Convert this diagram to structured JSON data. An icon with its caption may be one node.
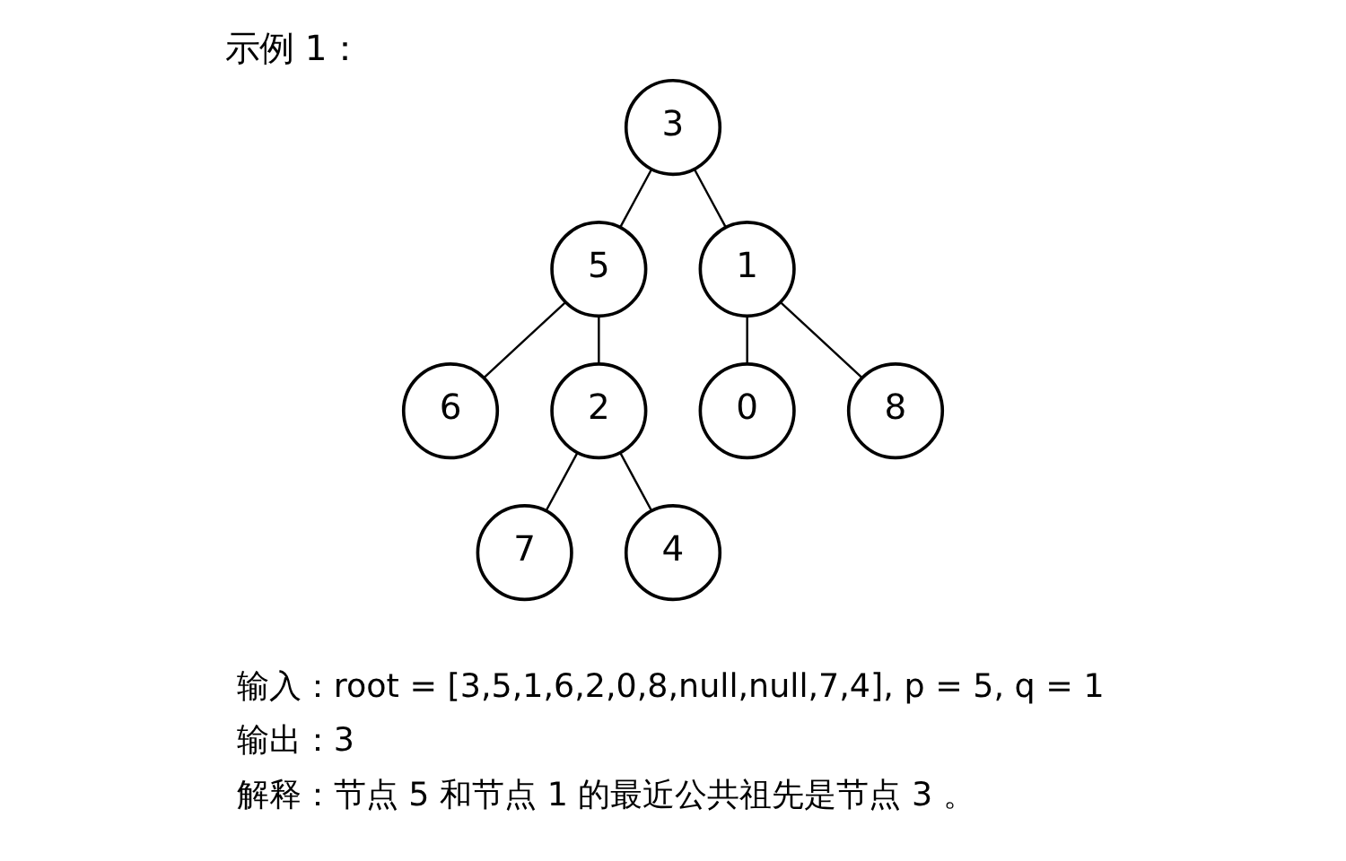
{
  "diagram": {
    "title": "示例 1：",
    "nodes": [
      {
        "text": [
          "3"
        ]
      },
      {
        "text": [
          "5"
        ]
      },
      {
        "text": [
          "1"
        ]
      },
      {
        "text": [
          "6"
        ]
      },
      {
        "text": [
          "2"
        ]
      },
      {
        "text": [
          "0"
        ]
      },
      {
        "text": [
          "8"
        ]
      },
      {
        "text": [
          "7"
        ]
      },
      {
        "text": [
          "4"
        ]
      }
    ],
    "edges": [
      {
        "from": 0,
        "to": 1,
        "arrow": "none"
      },
      {
        "from": 0,
        "to": 2,
        "arrow": "none"
      },
      {
        "from": 1,
        "to": 3,
        "arrow": "none"
      },
      {
        "from": 1,
        "to": 4,
        "arrow": "none"
      },
      {
        "from": 2,
        "to": 5,
        "arrow": "none"
      },
      {
        "from": 2,
        "to": 6,
        "arrow": "none"
      },
      {
        "from": 4,
        "to": 7,
        "arrow": "none"
      },
      {
        "from": 4,
        "to": 8,
        "arrow": "none"
      }
    ],
    "labels": [
      "输入：root = [3,5,1,6,2,0,8,null,null,7,4], p = 5, q = 1",
      "输出：3",
      "解释：节点 5 和节点 1 的最近公共祖先是节点 3 。"
    ]
  }
}
